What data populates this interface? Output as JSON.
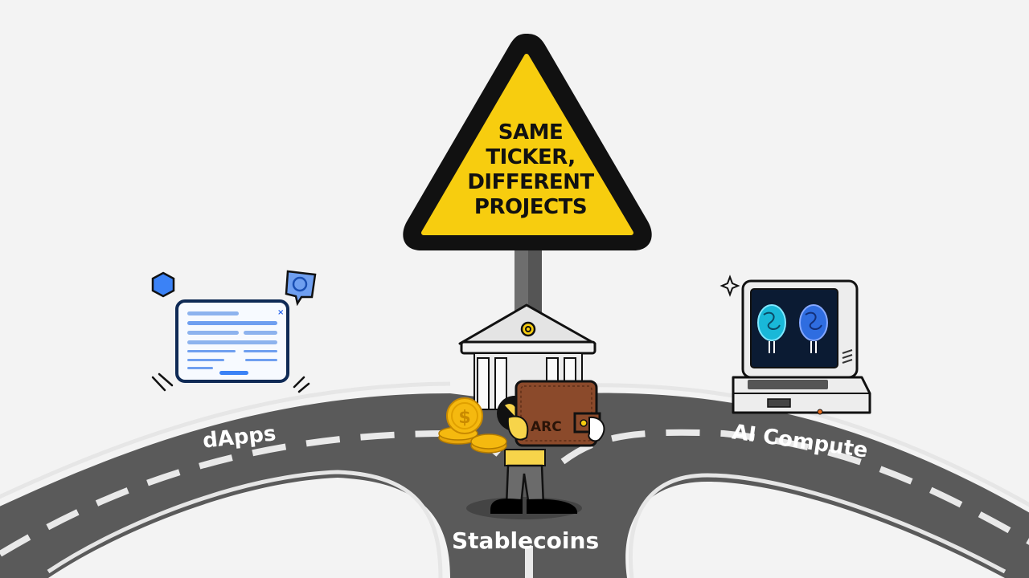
{
  "sign": {
    "lines": [
      "SAME",
      "TICKER,",
      "DIFFERENT",
      "PROJECTS"
    ],
    "fill_color": "#f7cd0f",
    "border_color": "#111111"
  },
  "roads": {
    "left": {
      "label": "dApps"
    },
    "center": {
      "label": "Stablecoins"
    },
    "right": {
      "label": "AI Compute"
    }
  },
  "wallet": {
    "label": "ARC"
  },
  "colors": {
    "background": "#f3f3f3",
    "road": "#5a5a5a",
    "road_edge": "#e8e8e8",
    "accent_blue": "#3b82f6",
    "coin_gold": "#f5b90f",
    "wallet_brown": "#8b4a2b"
  }
}
